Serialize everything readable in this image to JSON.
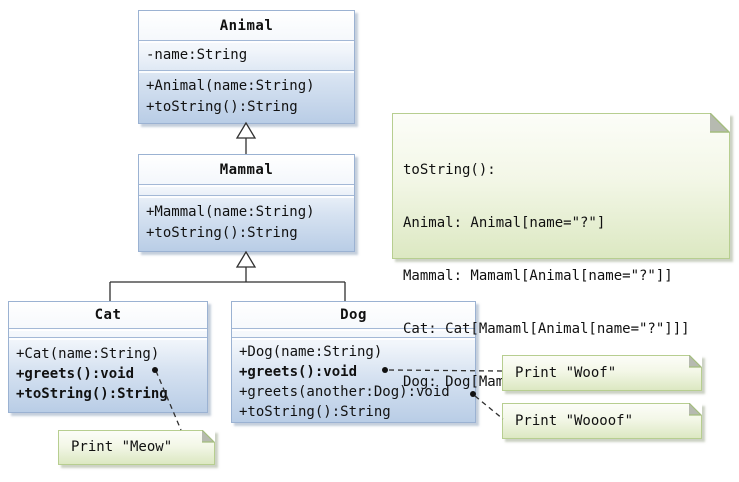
{
  "diagram_title": "Animal class hierarchy UML diagram",
  "colors": {
    "class_border": "#9bb2d2",
    "class_fill_top": "#ffffff",
    "class_fill_bottom": "#b9cde6",
    "note_border": "#b7ce90",
    "note_fill_bottom": "#dce8c2",
    "note_fold_gray": "#b6bab0",
    "connector": "#2f2f2f"
  },
  "classes": [
    {
      "name": "Animal",
      "attributes": [
        "-name:String"
      ],
      "methods": [
        {
          "text": "+Animal(name:String)",
          "bold": false
        },
        {
          "text": "+toString():String",
          "bold": false
        }
      ]
    },
    {
      "name": "Mammal",
      "attributes": [],
      "methods": [
        {
          "text": "+Mammal(name:String)",
          "bold": false
        },
        {
          "text": "+toString():String",
          "bold": false
        }
      ]
    },
    {
      "name": "Cat",
      "attributes": [],
      "methods": [
        {
          "text": "+Cat(name:String)",
          "bold": false
        },
        {
          "text": "+greets():void",
          "bold": true
        },
        {
          "text": "+toString():String",
          "bold": true
        }
      ]
    },
    {
      "name": "Dog",
      "attributes": [],
      "methods": [
        {
          "text": "+Dog(name:String)",
          "bold": false
        },
        {
          "text": "+greets():void",
          "bold": true
        },
        {
          "text": "+greets(another:Dog):void",
          "bold": false
        },
        {
          "text": "+toString():String",
          "bold": false
        }
      ]
    }
  ],
  "notes": {
    "tostring": {
      "lines": [
        "toString():",
        "Animal: Animal[name=\"?\"]",
        "Mammal: Mamaml[Animal[name=\"?\"]]",
        "Cat: Cat[Mamaml[Animal[name=\"?\"]]]",
        "Dog: Dog[Mamaml[Animal[name=\"?\"]]]"
      ]
    },
    "meow": {
      "text": "Print \"Meow\""
    },
    "woof": {
      "text": "Print \"Woof\""
    },
    "woooof": {
      "text": "Print \"Woooof\""
    }
  },
  "relationships": [
    {
      "type": "generalization",
      "from": "Mammal",
      "to": "Animal"
    },
    {
      "type": "generalization",
      "from": "Cat",
      "to": "Mammal"
    },
    {
      "type": "generalization",
      "from": "Dog",
      "to": "Mammal"
    },
    {
      "type": "note-link",
      "from": "Cat.+greets():void",
      "to": "Print \"Meow\""
    },
    {
      "type": "note-link",
      "from": "Dog.+greets():void",
      "to": "Print \"Woof\""
    },
    {
      "type": "note-link",
      "from": "Dog.+greets(another:Dog):void",
      "to": "Print \"Woooof\""
    }
  ]
}
